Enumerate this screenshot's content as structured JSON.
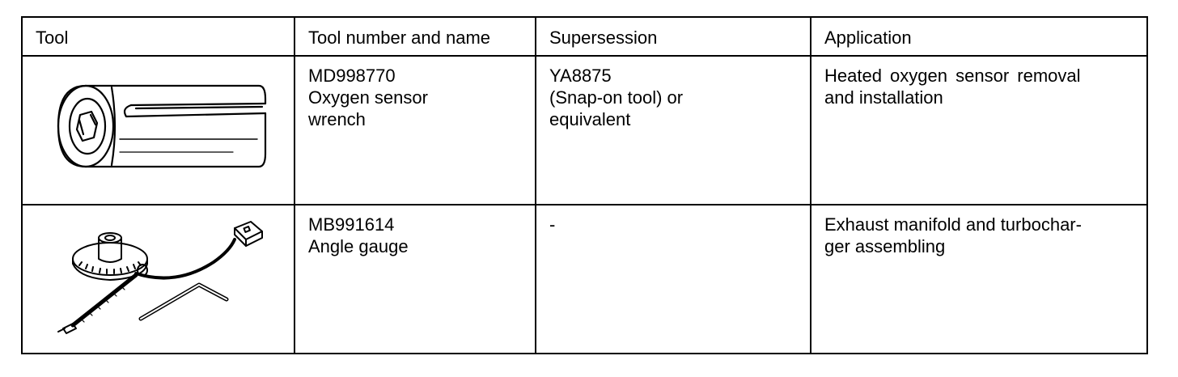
{
  "table": {
    "headers": [
      "Tool",
      "Tool number and name",
      "Supersession",
      "Application"
    ],
    "rows": [
      {
        "tool_icon": "oxygen-sensor-wrench-illustration",
        "number": "MD998770",
        "name_lines": [
          "Oxygen sensor",
          "wrench"
        ],
        "supersession_lines": [
          "YA8875",
          "(Snap-on tool) or",
          "equivalent"
        ],
        "application_lines": [
          "Heated oxygen sensor removal",
          "and installation"
        ]
      },
      {
        "tool_icon": "angle-gauge-illustration",
        "number": "MB991614",
        "name_lines": [
          "Angle gauge"
        ],
        "supersession_lines": [
          "-"
        ],
        "application_lines": [
          "Exhaust manifold and turbochar-",
          "ger assembling"
        ]
      }
    ]
  }
}
